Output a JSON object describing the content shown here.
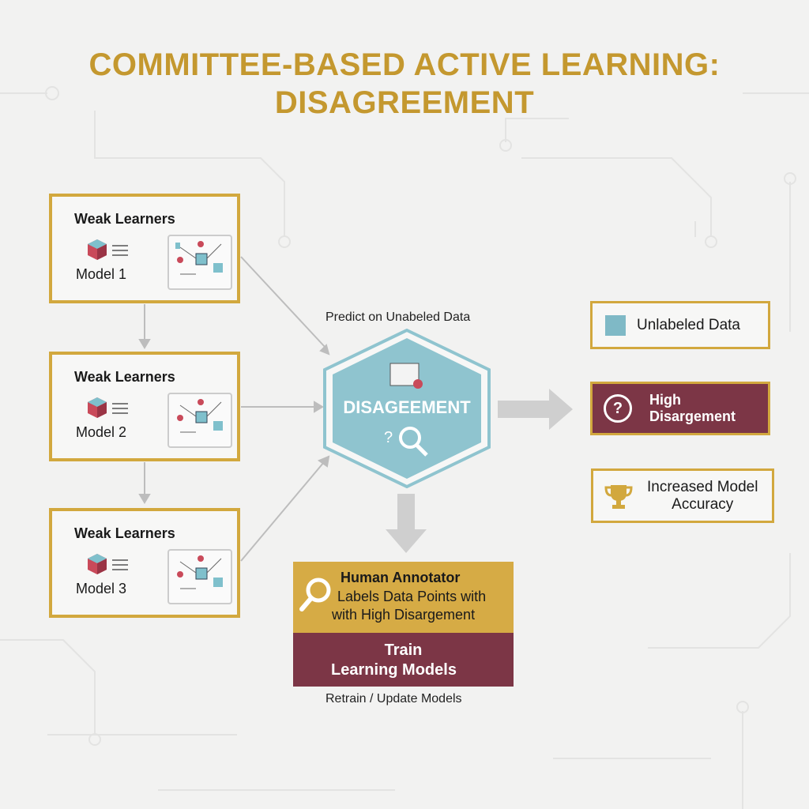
{
  "title": {
    "line1": "COMMITTEE-BASED ACTIVE LEARNING:",
    "line2": "DISAGREEMENT"
  },
  "learners": [
    {
      "heading": "Weak Learners",
      "model": "Model 1"
    },
    {
      "heading": "Weak Learners",
      "model": "Model 2"
    },
    {
      "heading": "Weak Learners",
      "model": "Model 3"
    }
  ],
  "predict_label": "Predict on Unabeled Data",
  "hub": {
    "label": "DISAGEEMENT",
    "symbol": "?"
  },
  "legend": {
    "unlabeled": "Unlabeled Data",
    "high_line1": "High",
    "high_line2": "Disargement",
    "high_icon": "?",
    "acc_line1": "Increased Model",
    "acc_line2": "Accuracy"
  },
  "annotator": {
    "title": "Human Annotator",
    "line1": "Labels Data Points with",
    "line2": "with High Disargement",
    "train1": "Train",
    "train2": "Learning Models",
    "retrain": "Retrain / Update Models"
  },
  "colors": {
    "gold": "#d2a83e",
    "maroon": "#7c3646",
    "teal": "#8fc4cf"
  }
}
